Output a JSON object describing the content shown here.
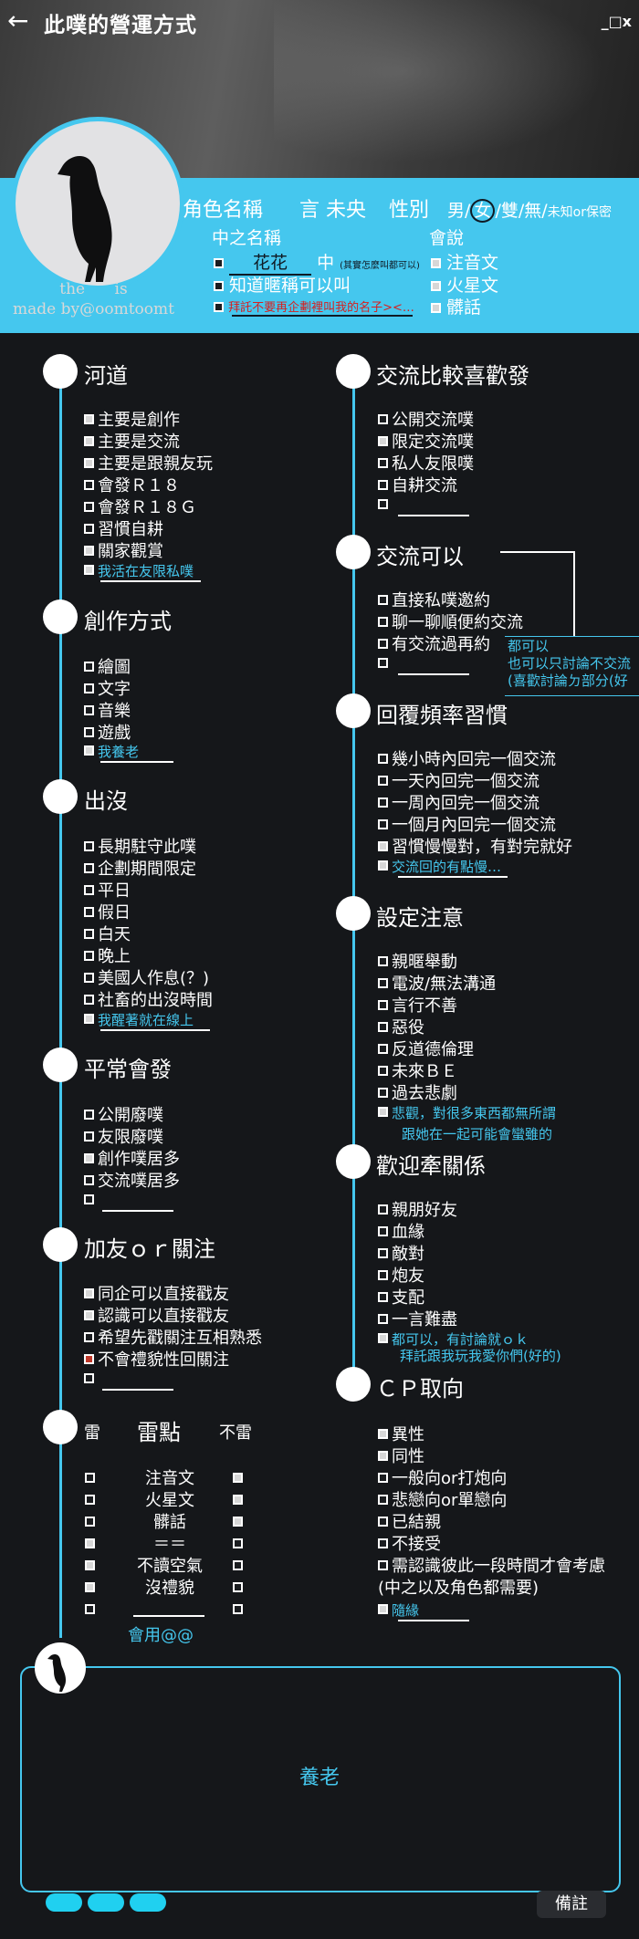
{
  "header": {
    "title": "此噗的營運方式",
    "window_controls": "_□x",
    "credit_line1": "the",
    "credit_line1b": "is",
    "credit_line2": "made by@oomtoomt"
  },
  "profile": {
    "role_label": "角色名稱",
    "role_value": "言 未央",
    "gender_label": "性別",
    "gender_male": "男",
    "gender_female": "女",
    "gender_both": "雙",
    "gender_none": "無",
    "gender_unknown": "未知or保密",
    "gender_sep": "/",
    "nakano_label": "中之名稱",
    "nakano_value": "花花",
    "nakano_suffix": "中",
    "nakano_note": "(其實怎麼叫都可以)",
    "nickname_ok": "知道暱稱可以叫",
    "nickname_warning": "拜託不要再企劃裡叫我的名子><…",
    "language_label": "會說",
    "languages": [
      "注音文",
      "火星文",
      "髒話"
    ]
  },
  "left": {
    "river": {
      "title": "河道",
      "items": [
        "主要是創作",
        "主要是交流",
        "主要是跟親友玩",
        "會發Ｒ１８",
        "會發Ｒ１８Ｇ",
        "習慣自耕",
        "關家觀賞"
      ],
      "note": "我活在友限私噗"
    },
    "creation": {
      "title": "創作方式",
      "items": [
        "繪圖",
        "文字",
        "音樂",
        "遊戲"
      ],
      "note": "我養老"
    },
    "presence": {
      "title": "出沒",
      "items": [
        "長期駐守此噗",
        "企劃期間限定",
        "平日",
        "假日",
        "白天",
        "晚上",
        "美國人作息(？)",
        "社畜的出沒時間"
      ],
      "note": "我醒著就在線上"
    },
    "usual": {
      "title": "平常會發",
      "items": [
        "公開廢噗",
        "友限廢噗",
        "創作噗居多",
        "交流噗居多"
      ]
    },
    "follow": {
      "title": "加友ｏｒ關注",
      "items": [
        "同企可以直接戳友",
        "認識可以直接戳友",
        "希望先戳關注互相熟悉",
        "不會禮貌性回關注"
      ]
    },
    "mines": {
      "title": "雷點",
      "col_mine": "雷",
      "col_ok": "不雷",
      "rows": [
        "注音文",
        "火星文",
        "髒話",
        "＝＝",
        "不讀空氣",
        "沒禮貌"
      ],
      "note": "會用@@"
    }
  },
  "right": {
    "prefer": {
      "title": "交流比較喜歡發",
      "items": [
        "公開交流噗",
        "限定交流噗",
        "私人友限噗",
        "自耕交流"
      ]
    },
    "can": {
      "title": "交流可以",
      "items": [
        "直接私噗邀約",
        "聊一聊順便約交流",
        "有交流過再約"
      ],
      "note_line1": "都可以",
      "note_line2": "也可以只討論不交流",
      "note_line3": "(喜歡討論ㄉ部分(好"
    },
    "reply": {
      "title": "回覆頻率習慣",
      "items": [
        "幾小時內回完一個交流",
        "一天內回完一個交流",
        "一周內回完一個交流",
        "一個月內回完一個交流",
        "習慣慢慢對，有對完就好"
      ],
      "note": "交流回的有點慢…"
    },
    "settings": {
      "title": "設定注意",
      "items": [
        "親暱舉動",
        "電波/無法溝通",
        "言行不善",
        "惡役",
        "反道德倫理",
        "未來ＢＥ",
        "過去悲劇"
      ],
      "note_line1": "悲觀，對很多東西都無所謂",
      "note_line2": "跟她在一起可能會蠻雖的"
    },
    "relations": {
      "title": "歡迎牽關係",
      "items": [
        "親朋好友",
        "血緣",
        "敵對",
        "炮友",
        "支配",
        "一言難盡"
      ],
      "note_line1": "都可以，有討論就ｏｋ",
      "note_line2": "拜託跟我玩我愛你們(好的)"
    },
    "cp": {
      "title": "ＣＰ取向",
      "items": [
        "異性",
        "同性",
        "一般向or打炮向",
        "悲戀向or單戀向",
        "已結親",
        "不接受",
        "需認識彼此一段時間才會考慮",
        "(中之以及角色都需要)"
      ],
      "note": "隨緣"
    }
  },
  "memo": {
    "text": "養老"
  },
  "footer": {
    "button": "備註"
  },
  "colors": {
    "accent": "#45c7ee",
    "background": "#15171a"
  }
}
